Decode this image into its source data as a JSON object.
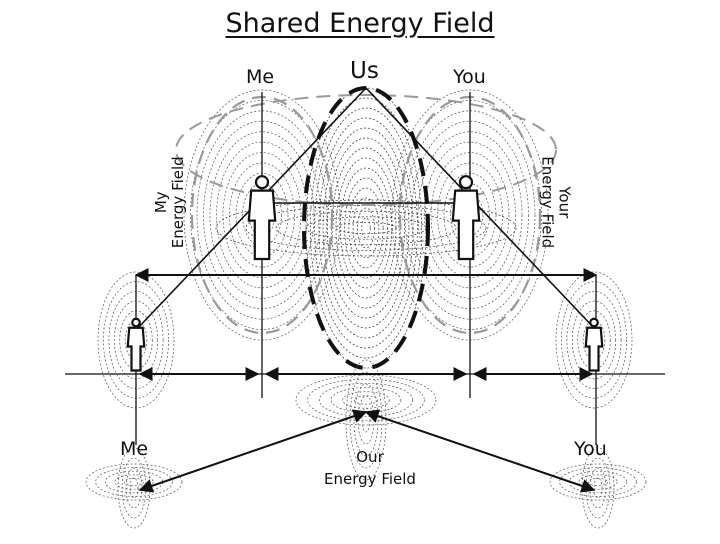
{
  "title": "Shared Energy Field",
  "labels": {
    "me_top": "Me",
    "us_top": "Us",
    "you_top": "You",
    "my_field_line1": "My",
    "my_field_line2": "Energy Field",
    "your_field_line1": "Your",
    "your_field_line2": "Energy Field",
    "me_bottom": "Me",
    "you_bottom": "You",
    "our_field_line1": "Our",
    "our_field_line2": "Energy Field"
  }
}
